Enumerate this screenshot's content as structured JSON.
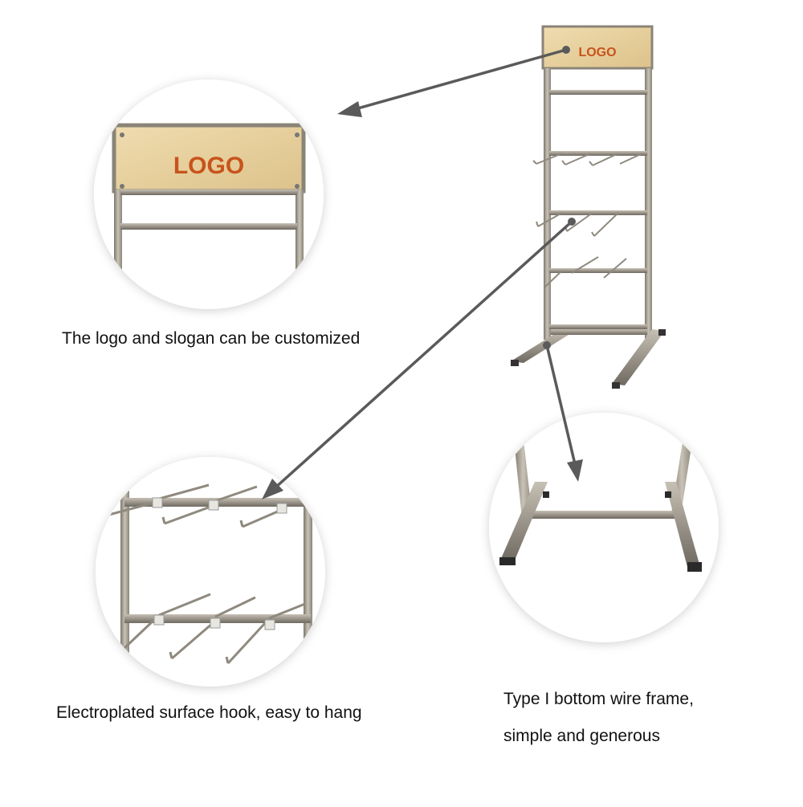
{
  "logo_text": "LOGO",
  "captions": {
    "logo": "The logo and slogan can be customized",
    "hook": "Electroplated surface hook, easy to hang",
    "frame_line1": "Type I bottom wire frame,",
    "frame_line2": "simple and generous"
  },
  "colors": {
    "logo_orange": "#c8531c",
    "panel_wood": "#e8d3a4",
    "metal": "#9a948a",
    "arrow": "#5a5a5a",
    "circle_bg": "#ffffff"
  }
}
